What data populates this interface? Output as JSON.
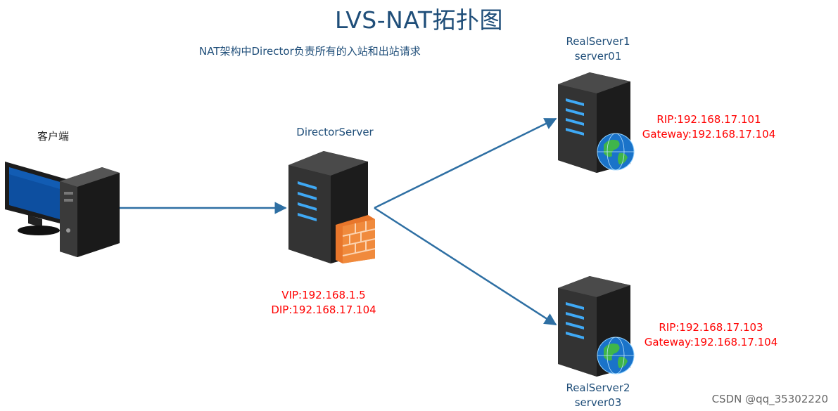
{
  "title": "LVS-NAT拓扑图",
  "subtitle": "NAT架构中Director负责所有的入站和出站请求",
  "client": {
    "label": "客户端"
  },
  "director": {
    "label": "DirectorServer",
    "vip": "VIP:192.168.1.5",
    "dip": "DIP:192.168.17.104"
  },
  "realserver1": {
    "name": "RealServer1",
    "host": "server01",
    "rip": "RIP:192.168.17.101",
    "gateway": "Gateway:192.168.17.104"
  },
  "realserver2": {
    "name": "RealServer2",
    "host": "server03",
    "rip": "RIP:192.168.17.103",
    "gateway": "Gateway:192.168.17.104"
  },
  "watermark": "CSDN @qq_35302220",
  "colors": {
    "title": "#1f4e79",
    "connector": "#2e6fa3",
    "ip_text": "#ff0000",
    "server_body": "#2b2b2b",
    "server_led": "#3fa9f5",
    "firewall": "#f08a3c"
  },
  "icons": [
    "desktop-computer-icon",
    "server-icon",
    "firewall-icon",
    "globe-icon"
  ]
}
